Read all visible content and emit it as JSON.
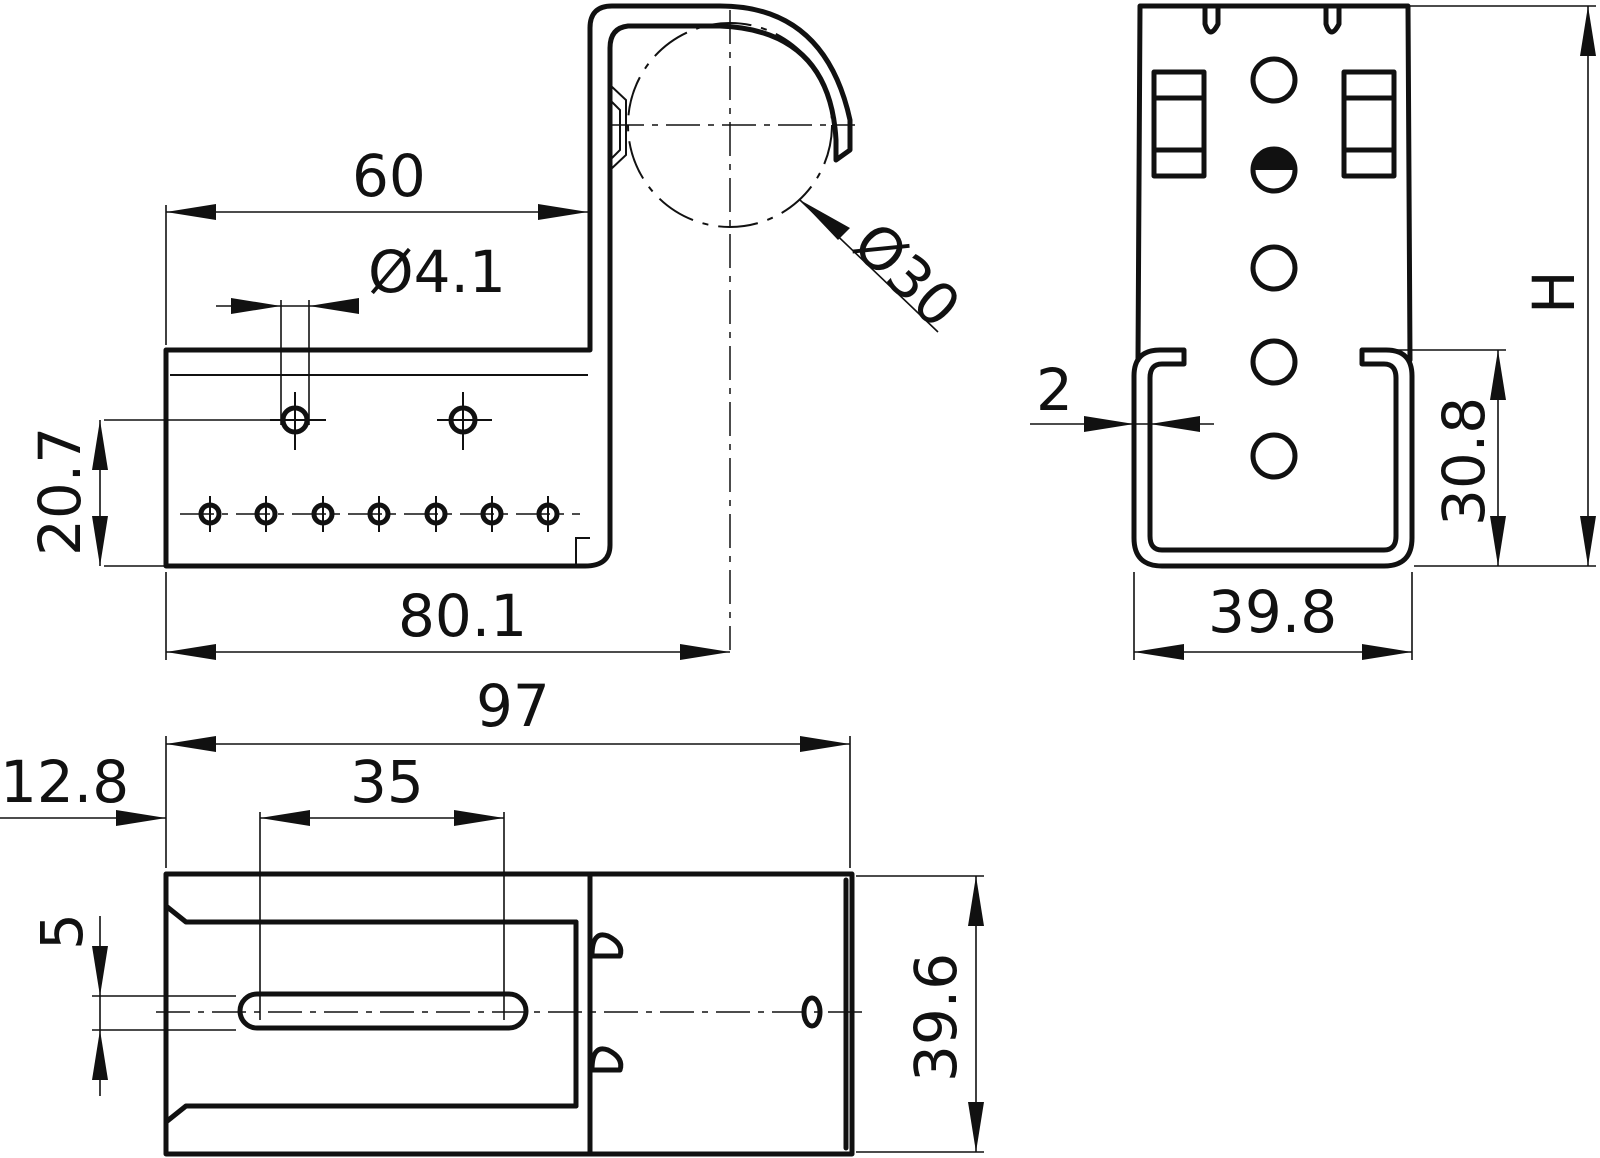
{
  "dimensions": {
    "d60": "60",
    "d_hole": "Ø4.1",
    "d_pipe": "Ø30",
    "d20_7": "20.7",
    "d80_1": "80.1",
    "d97": "97",
    "d12_8": "12.8",
    "d35": "35",
    "d5": "5",
    "d39_6": "39.6",
    "d2": "2",
    "d30_8": "30.8",
    "d39_8": "39.8",
    "dH": "H"
  }
}
